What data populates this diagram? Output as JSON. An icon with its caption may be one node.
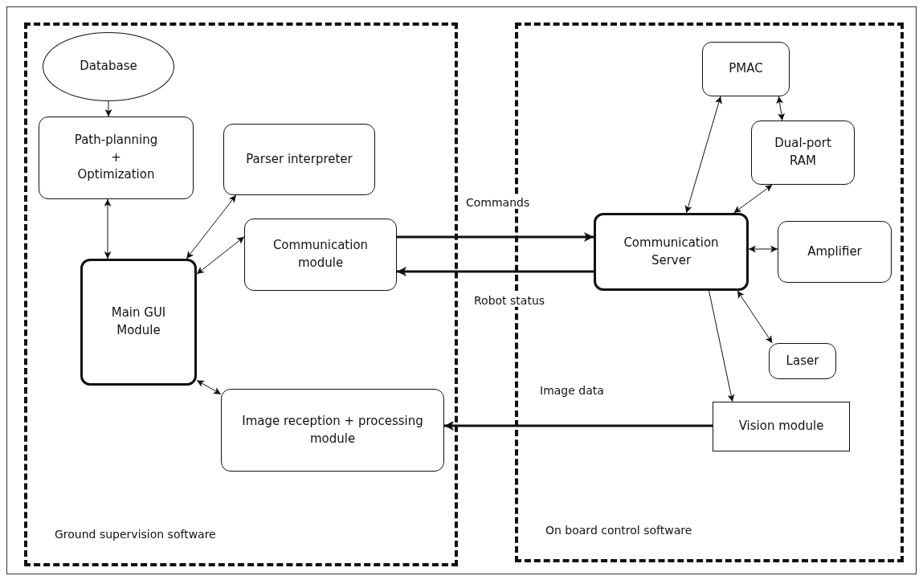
{
  "diagram": {
    "nodes": [
      {
        "text": [
          "Ground supervision software"
        ]
      },
      {
        "text": [
          "Database"
        ],
        "in": 0
      },
      {
        "text": [
          "Path-planning + Optimization"
        ],
        "in": 0
      },
      {
        "text": [
          "Parser interpreter"
        ],
        "in": 0
      },
      {
        "text": [
          "Main GUI Module"
        ],
        "in": 0
      },
      {
        "text": [
          "Communication module"
        ],
        "in": 0
      },
      {
        "text": [
          "Image reception + processing module"
        ],
        "in": 0
      },
      {
        "text": [
          "On board control software"
        ]
      },
      {
        "text": [
          "PMAC"
        ],
        "in": 7
      },
      {
        "text": [
          "Dual-port RAM"
        ],
        "in": 7
      },
      {
        "text": [
          "Communication Server"
        ],
        "in": 7
      },
      {
        "text": [
          "Amplifier"
        ],
        "in": 7
      },
      {
        "text": [
          "Laser"
        ],
        "in": 7
      },
      {
        "text": [
          "Vision module"
        ],
        "in": 7
      }
    ],
    "edges": [
      {
        "from": 1,
        "to": 2,
        "arrow": "to"
      },
      {
        "from": 2,
        "to": 4,
        "arrow": "both"
      },
      {
        "from": 4,
        "to": 3,
        "arrow": "both"
      },
      {
        "from": 4,
        "to": 5,
        "arrow": "both"
      },
      {
        "from": 5,
        "to": 10,
        "arrow": "to",
        "label": "Commands",
        "style": "thick"
      },
      {
        "from": 10,
        "to": 5,
        "arrow": "to",
        "label": "Robot status",
        "style": "thick"
      },
      {
        "from": 4,
        "to": 6,
        "arrow": "both"
      },
      {
        "from": 8,
        "to": 10,
        "arrow": "both"
      },
      {
        "from": 8,
        "to": 9,
        "arrow": "both"
      },
      {
        "from": 9,
        "to": 10,
        "arrow": "both"
      },
      {
        "from": 10,
        "to": 11,
        "arrow": "both"
      },
      {
        "from": 10,
        "to": 12,
        "arrow": "both"
      },
      {
        "from": 10,
        "to": 13,
        "arrow": "to"
      },
      {
        "from": 13,
        "to": 6,
        "arrow": "to",
        "label": "Image data",
        "style": "thick"
      }
    ]
  }
}
